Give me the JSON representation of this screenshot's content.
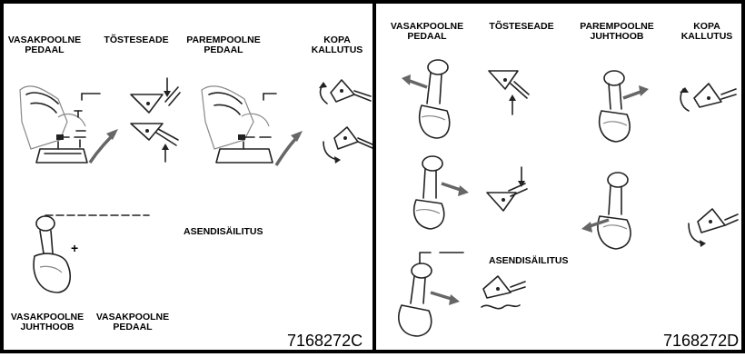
{
  "left_panel": {
    "headers": {
      "left_pedal": "VASAKPOOLNE\nPEDAAL",
      "lift": "TÕSTESEADE",
      "right_pedal": "PAREMPOOLNE\nPEDAAL",
      "bucket_tilt": "KOPA\nKALLUTUS"
    },
    "position_hold": "ASENDISÄILITUS",
    "footer": {
      "left_lever": "VASAKPOOLNE\nJUHTHOOB",
      "left_pedal": "VASAKPOOLNE\nPEDAAL"
    },
    "plus_sign": "+",
    "code": "7168272C"
  },
  "right_panel": {
    "headers": {
      "left_pedal": "VASAKPOOLNE\nPEDAAL",
      "lift": "TÕSTESEADE",
      "right_lever": "PAREMPOOLNE\nJUHTHOOB",
      "bucket_tilt": "KOPA\nKALLUTUS"
    },
    "position_hold": "ASENDISÄILITUS",
    "code": "7168272D"
  }
}
